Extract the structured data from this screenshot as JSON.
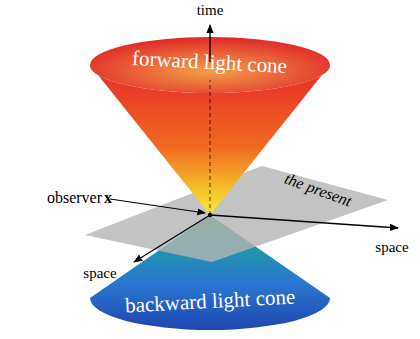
{
  "diagram": {
    "labels": [
      "time",
      "forward light cone",
      "observer",
      "x",
      "the present",
      "space",
      "space",
      "backward light cone"
    ]
  }
}
